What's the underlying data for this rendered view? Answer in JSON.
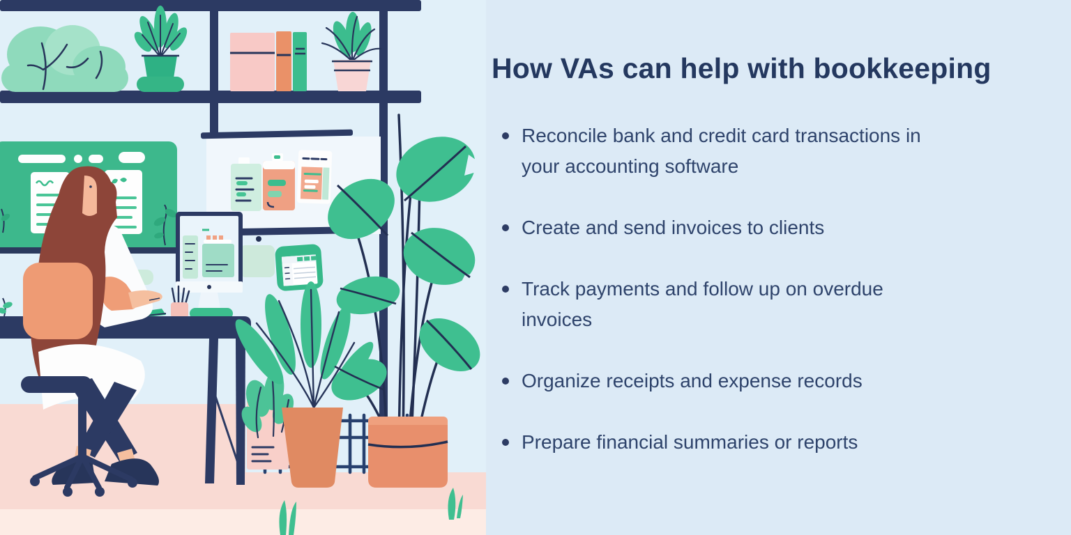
{
  "panel": {
    "title": "How VAs can help with bookkeeping",
    "bullets": [
      "Reconcile bank and credit card transactions in your accounting software",
      "Create and send invoices to clients",
      "Track payments and follow up on overdue invoices",
      "Organize receipts and expense records",
      "Prepare financial summaries or reports"
    ]
  },
  "colors": {
    "page_background": "#dceaf6",
    "illustration_background": "#e1f0f9",
    "title_text": "#24385f",
    "body_text": "#2e436b",
    "navy_structure": "#2c3a63",
    "green_plant": "#3fbf90",
    "mint_light": "#8fdabc",
    "salmon_terracotta": "#e88f6c",
    "pink_soft": "#f8c9c6",
    "skin": "#f3b596",
    "hair": "#8d4539",
    "floor_peach": "#f9dad3"
  }
}
